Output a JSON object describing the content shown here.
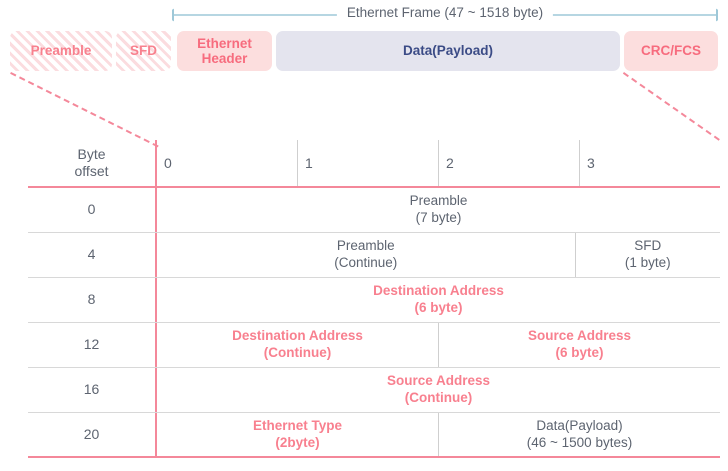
{
  "frame": {
    "arrow_label": "Ethernet Frame (47 ~ 1518 byte)",
    "segments": [
      {
        "name": "preamble",
        "label": "Preamble"
      },
      {
        "name": "sfd",
        "label": "SFD"
      },
      {
        "name": "ethernet-header",
        "label": "Ethernet\nHeader"
      },
      {
        "name": "data-payload",
        "label": "Data(Payload)"
      },
      {
        "name": "crc-fcs",
        "label": "CRC/FCS"
      }
    ]
  },
  "table": {
    "offset_header_line1": "Byte",
    "offset_header_line2": "offset",
    "columns": [
      "0",
      "1",
      "2",
      "3"
    ],
    "rows": [
      {
        "offset": "0",
        "cells": [
          {
            "line1": "Preamble",
            "line2": "(7 byte)"
          }
        ]
      },
      {
        "offset": "4",
        "cells": [
          {
            "line1": "Preamble",
            "line2": "(Continue)"
          },
          {
            "line1": "SFD",
            "line2": "(1 byte)"
          }
        ]
      },
      {
        "offset": "8",
        "cells": [
          {
            "line1": "Destination Address",
            "line2": "(6 byte)"
          }
        ]
      },
      {
        "offset": "12",
        "cells": [
          {
            "line1": "Destination Address",
            "line2": "(Continue)"
          },
          {
            "line1": "Source Address",
            "line2": "(6 byte)"
          }
        ]
      },
      {
        "offset": "16",
        "cells": [
          {
            "line1": "Source Address",
            "line2": "(Continue)"
          }
        ]
      },
      {
        "offset": "20",
        "cells": [
          {
            "line1": "Ethernet Type",
            "line2": "(2byte)"
          },
          {
            "line1": "Data(Payload)",
            "line2": "(46 ~ 1500 bytes)"
          }
        ]
      }
    ]
  },
  "colors": {
    "accent_red": "#f8808f",
    "accent_red_line": "#f4889a",
    "arrow_blue": "#9ec8d8",
    "payload_text": "#3b4b86",
    "payload_bg": "#e4e4ee",
    "pink_bg": "#fcdede",
    "gray_text": "#5d6470"
  }
}
